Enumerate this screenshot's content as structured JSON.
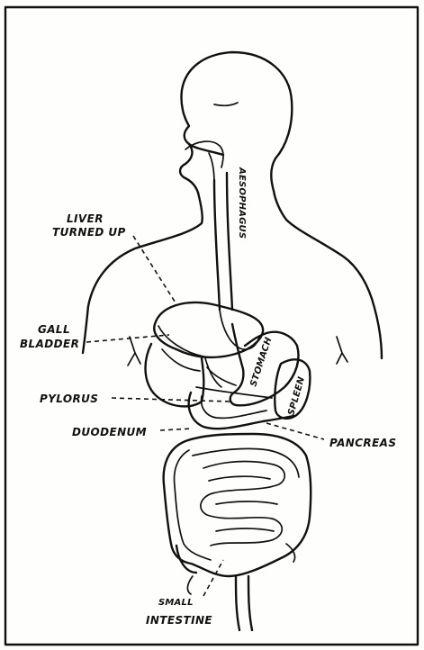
{
  "labels": {
    "esophagus": "AESOPHAGUS",
    "liver_line1": "LIVER",
    "liver_line2": "TURNED UP",
    "gall_line1": "GALL",
    "gall_line2": "BLADDER",
    "stomach": "STOMACH",
    "spleen": "SPLEEN",
    "pylorus": "PYLORUS",
    "duodenum": "DUODENUM",
    "pancreas": "PANCREAS",
    "small_line1": "SMALL",
    "small_line2": "INTESTINE"
  },
  "colors": {
    "ink": "#111111",
    "paper": "#fefefc"
  }
}
